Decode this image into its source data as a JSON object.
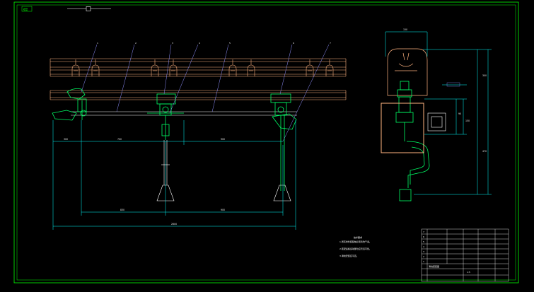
{
  "viewer": {
    "corner_tag": "模型"
  },
  "drawing": {
    "balloons": [
      "1",
      "2",
      "3",
      "4",
      "5",
      "6",
      "7"
    ],
    "dim_labels": {
      "left_offset": "300",
      "mid_span_a": "700",
      "mid_span_b": "900",
      "lower_left": "830",
      "lower_right": "900",
      "overall": "2600",
      "side_top": "150",
      "side_h1": "90",
      "side_h2": "300",
      "side_h3": "150",
      "side_h4": "470"
    },
    "notes": {
      "heading": "技术要求",
      "lines": [
        "1.所有零件装配前必须清洗干净。",
        "2.装配后各运动部位应灵活可靠。",
        "3.滑线安装应平直。"
      ]
    },
    "title_block": {
      "rows": [
        "7",
        "6",
        "5",
        "4",
        "3",
        "2",
        "1"
      ],
      "title": "滑线装配图",
      "scale": "1:5"
    }
  },
  "colors": {
    "frame": "#00ff00",
    "rail": "#ffb380",
    "dim": "#00ffff",
    "leader": "#9090ff",
    "part": "#00ff66",
    "text": "#ffffff"
  }
}
